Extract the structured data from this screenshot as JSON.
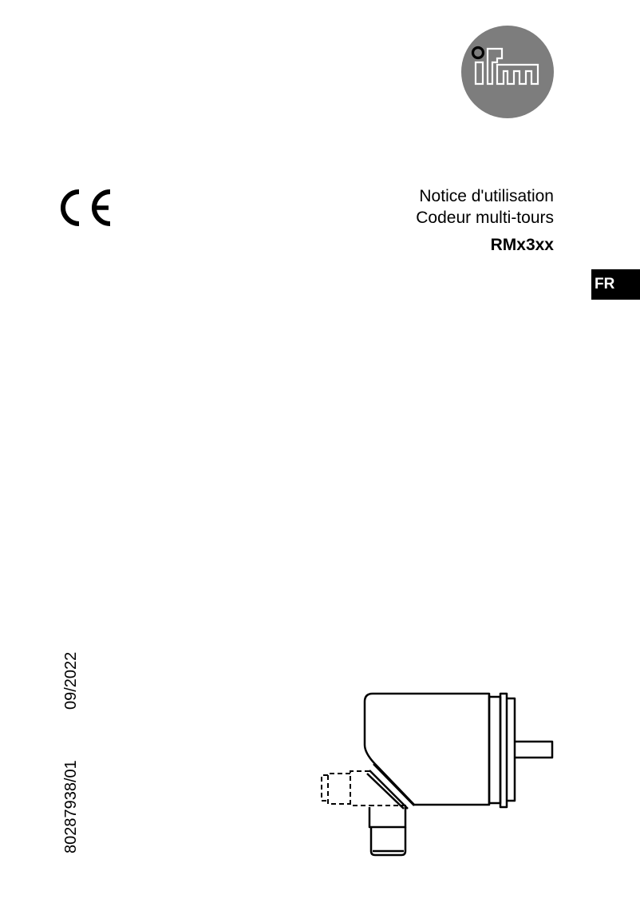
{
  "brand": {
    "logo_text": "ifm",
    "logo_icon": "ifm-logo",
    "logo_color": "#7a7a7a"
  },
  "certification": {
    "mark": "CE"
  },
  "title": {
    "line1": "Notice d'utilisation",
    "line2": "Codeur multi-tours",
    "model": "RMx3xx"
  },
  "language_tab": {
    "label": "FR"
  },
  "footer": {
    "document_number": "80287938/01",
    "date": "09/2022"
  },
  "illustration": {
    "icon": "multiturn-encoder-drawing"
  }
}
